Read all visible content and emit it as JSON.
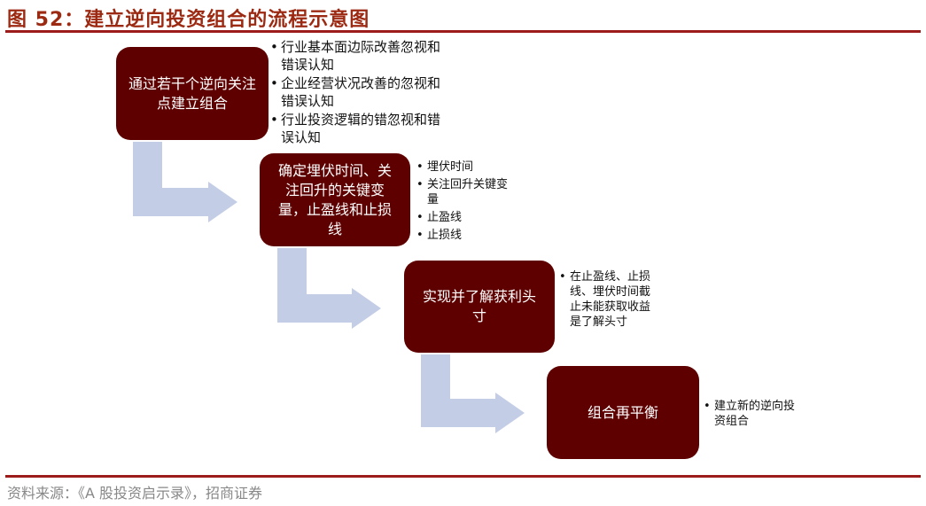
{
  "title": "图 52：建立逆向投资组合的流程示意图",
  "steps": [
    {
      "label": "通过若干个逆向关注点建立组合",
      "notes": [
        "行业基本面边际改善忽视和错误认知",
        "企业经营状况改善的忽视和错误认知",
        "行业投资逻辑的错忽视和错误认知"
      ]
    },
    {
      "label": "确定埋伏时间、关注回升的关键变量，止盈线和止损线",
      "notes": [
        "埋伏时间",
        "关注回升关键变量",
        "止盈线",
        "止损线"
      ]
    },
    {
      "label": "实现并了解获利头寸",
      "notes": [
        "在止盈线、止损线、埋伏时间截止未能获取收益是了解头寸"
      ]
    },
    {
      "label": "组合再平衡",
      "notes": [
        "建立新的逆向投资组合"
      ]
    }
  ],
  "source": "资料来源：《A 股投资启示录》，招商证券",
  "colors": {
    "box": "#5e0000",
    "arrow": "#c3cde6",
    "title": "#9c2a12"
  }
}
